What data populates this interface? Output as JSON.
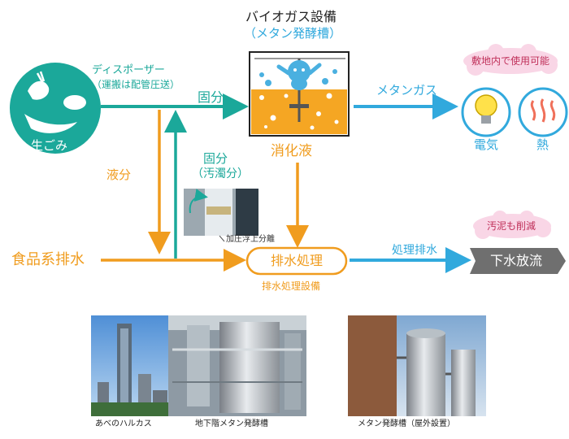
{
  "title": {
    "main": "バイオガス設備",
    "sub": "（メタン発酵槽）"
  },
  "food_waste": {
    "label": "生ごみ"
  },
  "disposer": {
    "line1": "ディスポーザー",
    "line2": "（運搬は配管圧送）"
  },
  "flows": {
    "solid": "固分",
    "liquid": "液分",
    "solid_turbid_line1": "固分",
    "solid_turbid_line2": "（汚濁分）",
    "flotation": "加圧浮上分離",
    "digestion_liquid": "消化液",
    "methane_gas": "メタンガス",
    "treated_water": "処理排水"
  },
  "food_wastewater": {
    "label": "食品系排水"
  },
  "treatment": {
    "box": "排水処理",
    "facility": "排水処理設備"
  },
  "sewer": {
    "label": "下水放流"
  },
  "bubbles": {
    "onsite": "敷地内で使用可能",
    "sludge": "汚泥も削減"
  },
  "energy": {
    "electricity": "電気",
    "heat": "熱"
  },
  "photos": {
    "abeno": "あべのハルカス",
    "basement": "地下階メタン発酵槽",
    "outdoor": "メタン発酵槽（屋外設置）"
  },
  "colors": {
    "teal": "#1BA89A",
    "orange": "#F09C1E",
    "blue": "#31A9DD",
    "gray": "#6F6F6F"
  }
}
